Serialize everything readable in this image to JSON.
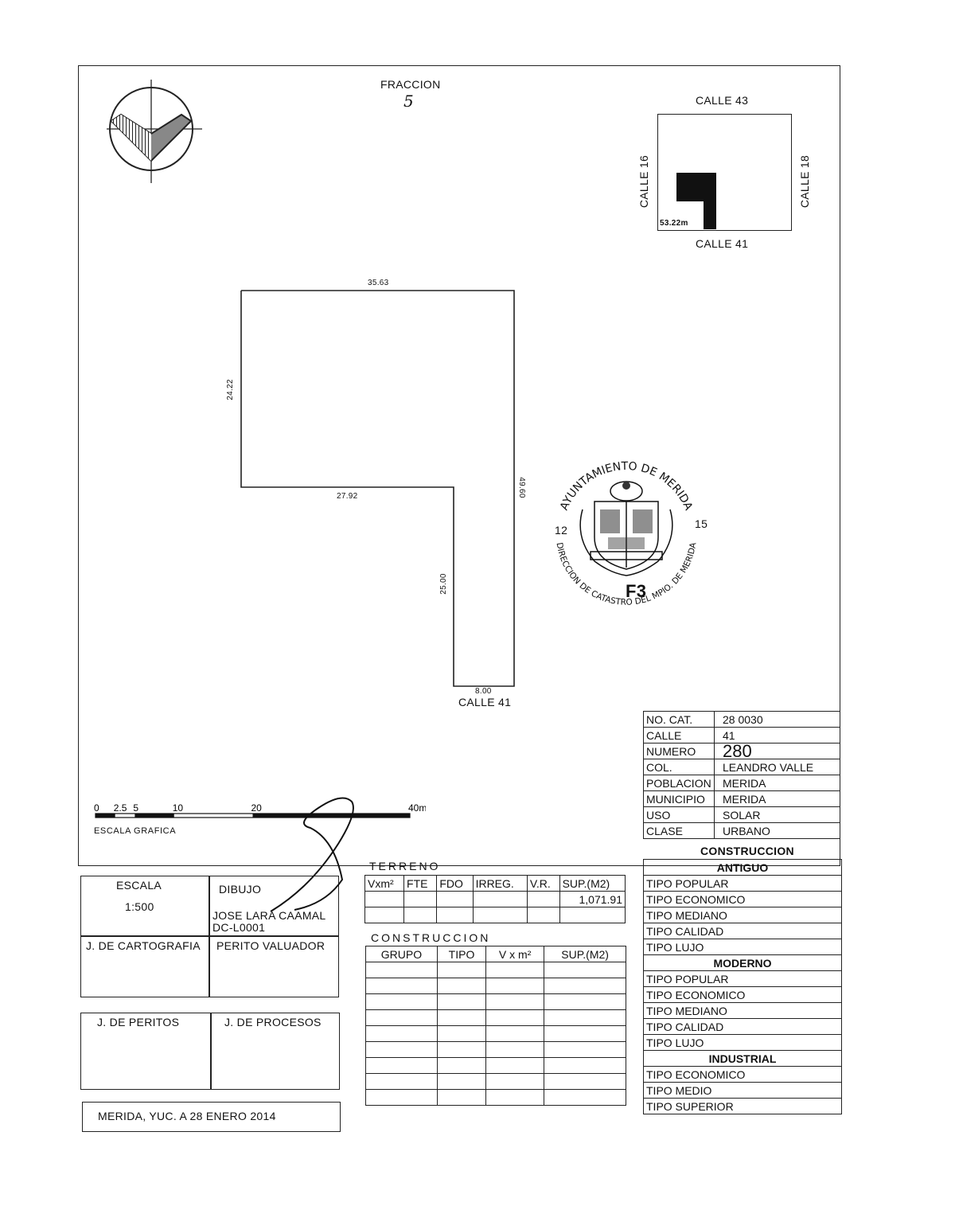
{
  "header": {
    "fraccion_label": "FRACCION",
    "fraccion_number": "5"
  },
  "location_map": {
    "top_street": "CALLE 43",
    "bottom_street": "CALLE 41",
    "left_street": "CALLE 16",
    "right_street": "CALLE 18",
    "distance": "53.22m"
  },
  "plot": {
    "dim_top": "35.63",
    "dim_left": "24.22",
    "dim_middle": "27.92",
    "dim_right": "49.60",
    "dim_inner": "25.00",
    "dim_bottom": "8.00",
    "street_label": "CALLE 41"
  },
  "seal": {
    "text_top": "AYUNTAMIENTO DE MERIDA",
    "text_bottom": "DIRECCION DE CATASTRO DEL MPIO. DE MERIDA",
    "left_number": "12",
    "right_number": "15",
    "code": "F3"
  },
  "scale_bar": {
    "ticks": [
      "0",
      "2.5",
      "5",
      "10",
      "20",
      "40m"
    ],
    "ticks_m": [
      0,
      2.5,
      5,
      10,
      20,
      40
    ],
    "label": "ESCALA GRAFICA"
  },
  "property_info": {
    "rows": [
      {
        "label": "NO. CAT.",
        "value": "28 0030"
      },
      {
        "label": "CALLE",
        "value": "41"
      },
      {
        "label": "NUMERO",
        "value": "280"
      },
      {
        "label": "COL.",
        "value": "LEANDRO VALLE"
      },
      {
        "label": "POBLACION",
        "value": "MERIDA"
      },
      {
        "label": "MUNICIPIO",
        "value": "MERIDA"
      },
      {
        "label": "USO",
        "value": "SOLAR"
      },
      {
        "label": "CLASE",
        "value": "URBANO"
      }
    ]
  },
  "construction_types": {
    "title": "CONSTRUCCION",
    "sections": [
      {
        "title": "ANTIGUO",
        "items": [
          "TIPO POPULAR",
          "TIPO ECONOMICO",
          "TIPO MEDIANO",
          "TIPO CALIDAD",
          "TIPO LUJO"
        ]
      },
      {
        "title": "MODERNO",
        "items": [
          "TIPO POPULAR",
          "TIPO ECONOMICO",
          "TIPO MEDIANO",
          "TIPO CALIDAD",
          "TIPO LUJO"
        ]
      },
      {
        "title": "INDUSTRIAL",
        "items": [
          "TIPO ECONOMICO",
          "TIPO MEDIO",
          "TIPO SUPERIOR"
        ]
      }
    ]
  },
  "terreno": {
    "title": "TERRENO",
    "headers": [
      "Vxm²",
      "FTE",
      "FDO",
      "IRREG.",
      "V.R.",
      "SUP.(M2)"
    ],
    "sup_value": "1,071.91"
  },
  "construccion": {
    "title": "CONSTRUCCION",
    "headers": [
      "GRUPO",
      "TIPO",
      "V x m²",
      "SUP.(M2)"
    ],
    "empty_rows": 9
  },
  "signatures": {
    "escala_label": "ESCALA",
    "escala_value": "1:500",
    "dibujo_label": "DIBUJO",
    "dibujo_name": "JOSE LARA CAAMAL",
    "dibujo_code": "DC-L0001",
    "cartografia": "J. DE CARTOGRAFIA",
    "perito_valuador": "PERITO VALUADOR",
    "peritos": "J. DE PERITOS",
    "procesos": "J. DE PROCESOS",
    "date_line": "MERIDA, YUC. A 28 ENERO 2014"
  }
}
